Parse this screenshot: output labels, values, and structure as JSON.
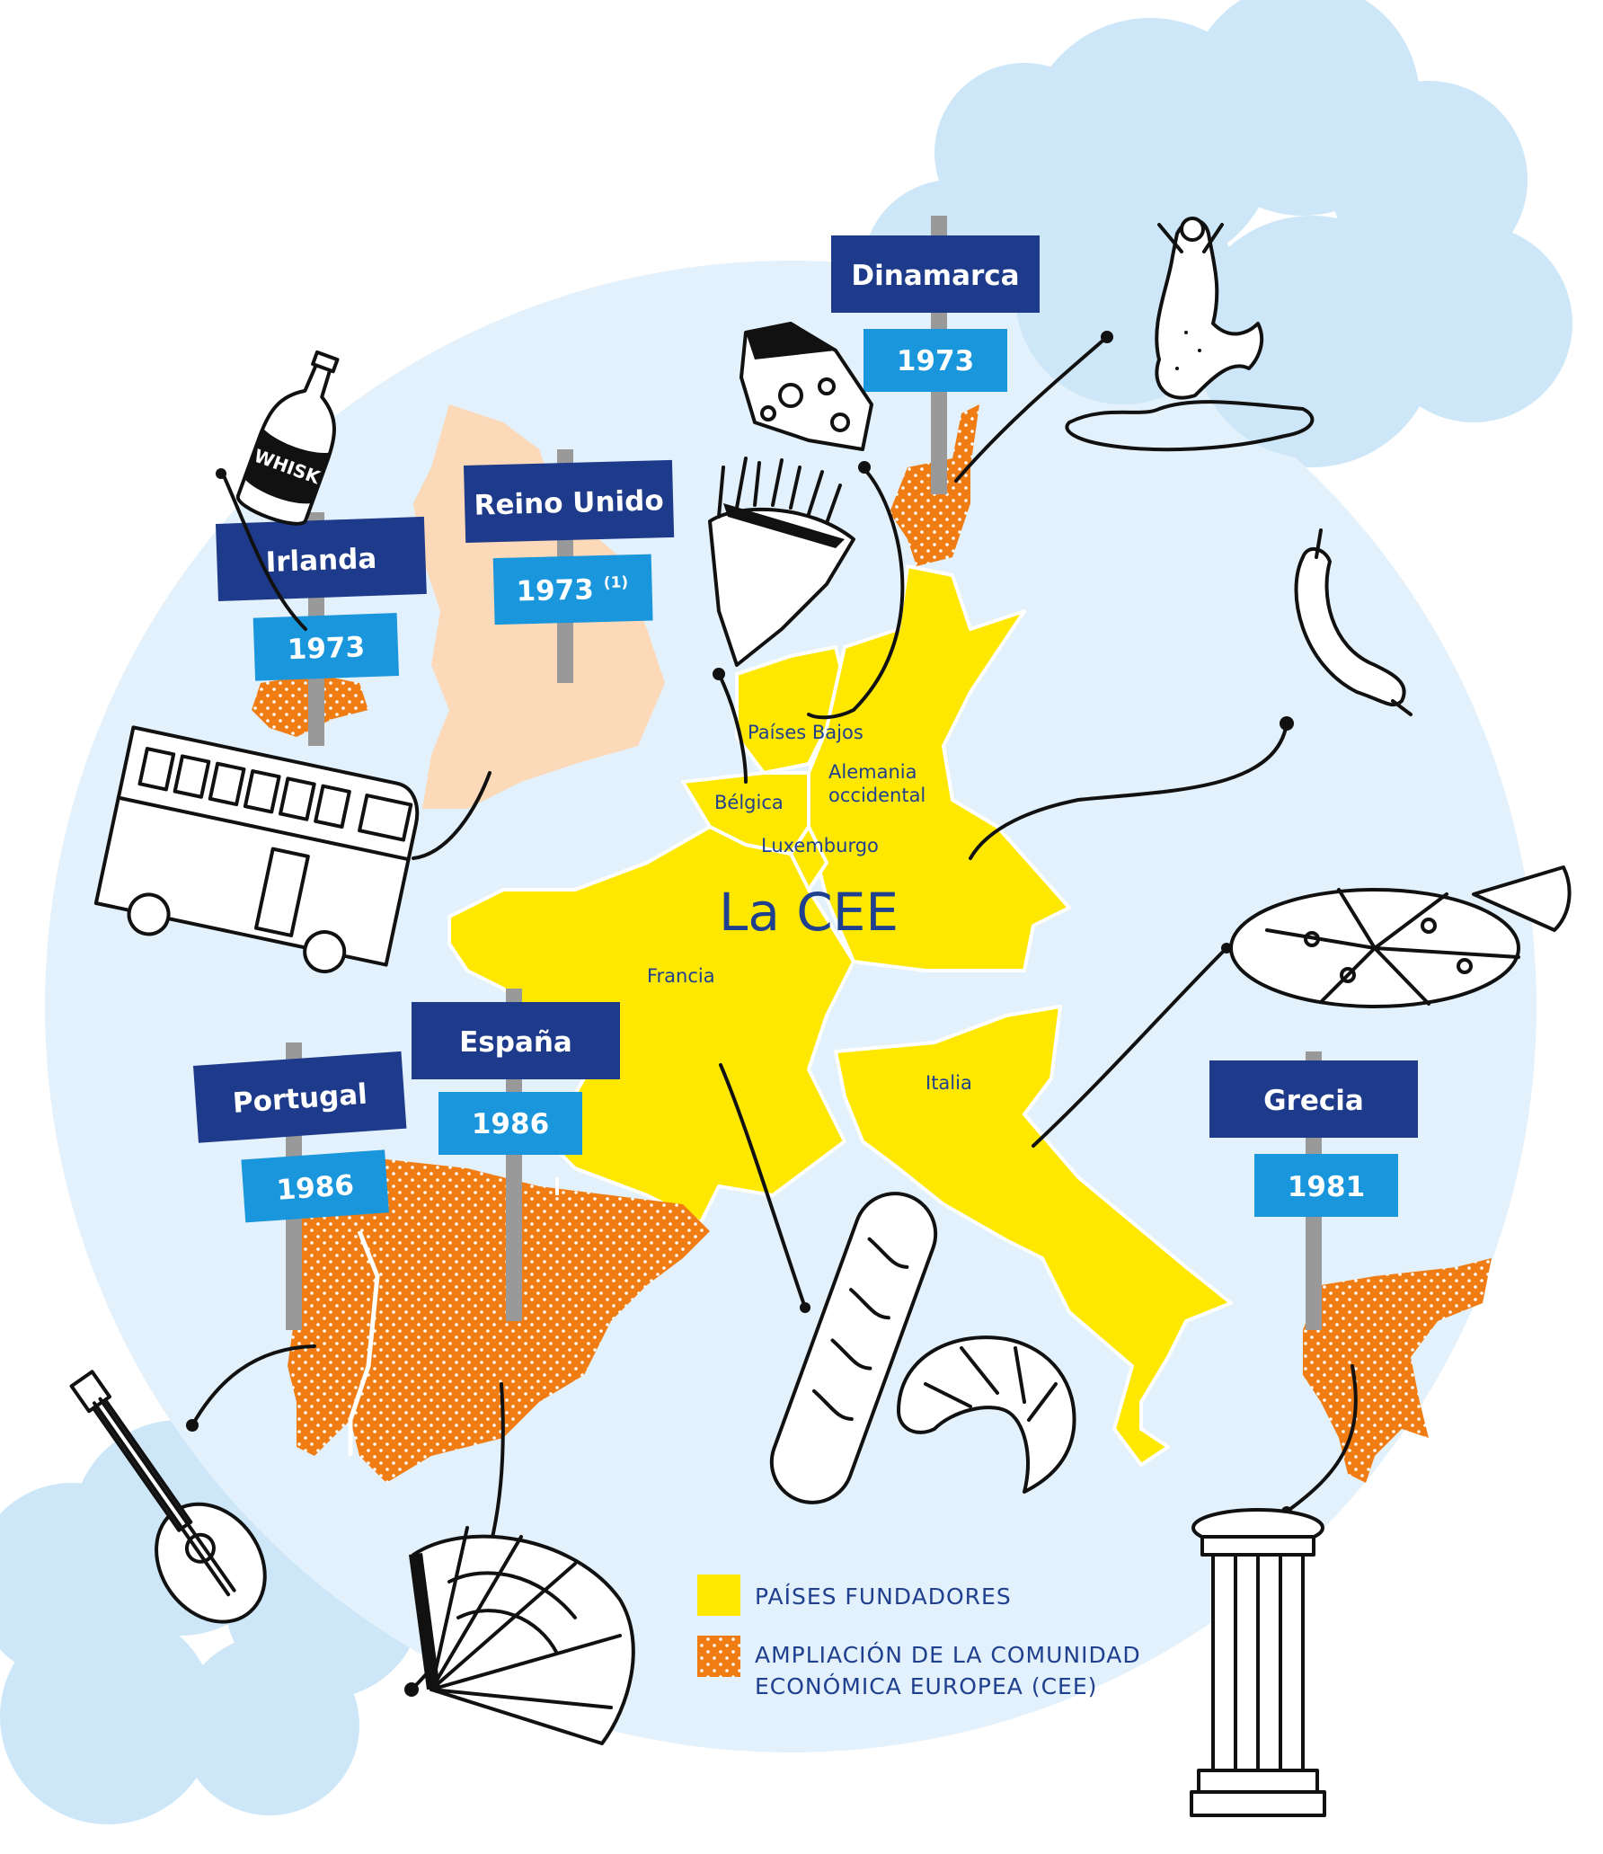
{
  "map": {
    "title": "La CEE",
    "colors": {
      "founders": "#ffe800",
      "enlargement": "#f07d14",
      "uk": "#fcd9b8",
      "circle": "#e3f1fc",
      "cloud": "#cde7f8",
      "sign_dark": "#1e3a8a",
      "sign_light": "#1a96dd",
      "pole": "#999999"
    },
    "founding_countries": [
      {
        "name": "Países Bajos"
      },
      {
        "name": "Bélgica"
      },
      {
        "name": "Alemania occidental"
      },
      {
        "name": "Luxemburgo"
      },
      {
        "name": "Francia"
      },
      {
        "name": "Italia"
      }
    ],
    "accession_signs": [
      {
        "country": "Dinamarca",
        "year": "1973"
      },
      {
        "country": "Irlanda",
        "year": "1973"
      },
      {
        "country": "Reino Unido",
        "year": "1973",
        "footnote": "(1)"
      },
      {
        "country": "España",
        "year": "1986"
      },
      {
        "country": "Portugal",
        "year": "1986"
      },
      {
        "country": "Grecia",
        "year": "1981"
      }
    ],
    "doodles": [
      {
        "icon": "whisky-bottle-icon",
        "text": "WHISK"
      },
      {
        "icon": "cheese-icon"
      },
      {
        "icon": "mermaid-icon"
      },
      {
        "icon": "fries-cone-icon"
      },
      {
        "icon": "bus-icon"
      },
      {
        "icon": "sausage-icon"
      },
      {
        "icon": "pizza-icon"
      },
      {
        "icon": "baguette-icon"
      },
      {
        "icon": "croissant-icon"
      },
      {
        "icon": "guitar-icon"
      },
      {
        "icon": "fan-icon"
      },
      {
        "icon": "column-icon"
      }
    ],
    "legend": {
      "founders": {
        "label": "PAÍSES FUNDADORES"
      },
      "enlargement": {
        "line1": "AMPLIACIÓN DE LA COMUNIDAD",
        "line2": "ECONÓMICA EUROPEA (CEE)"
      }
    }
  }
}
